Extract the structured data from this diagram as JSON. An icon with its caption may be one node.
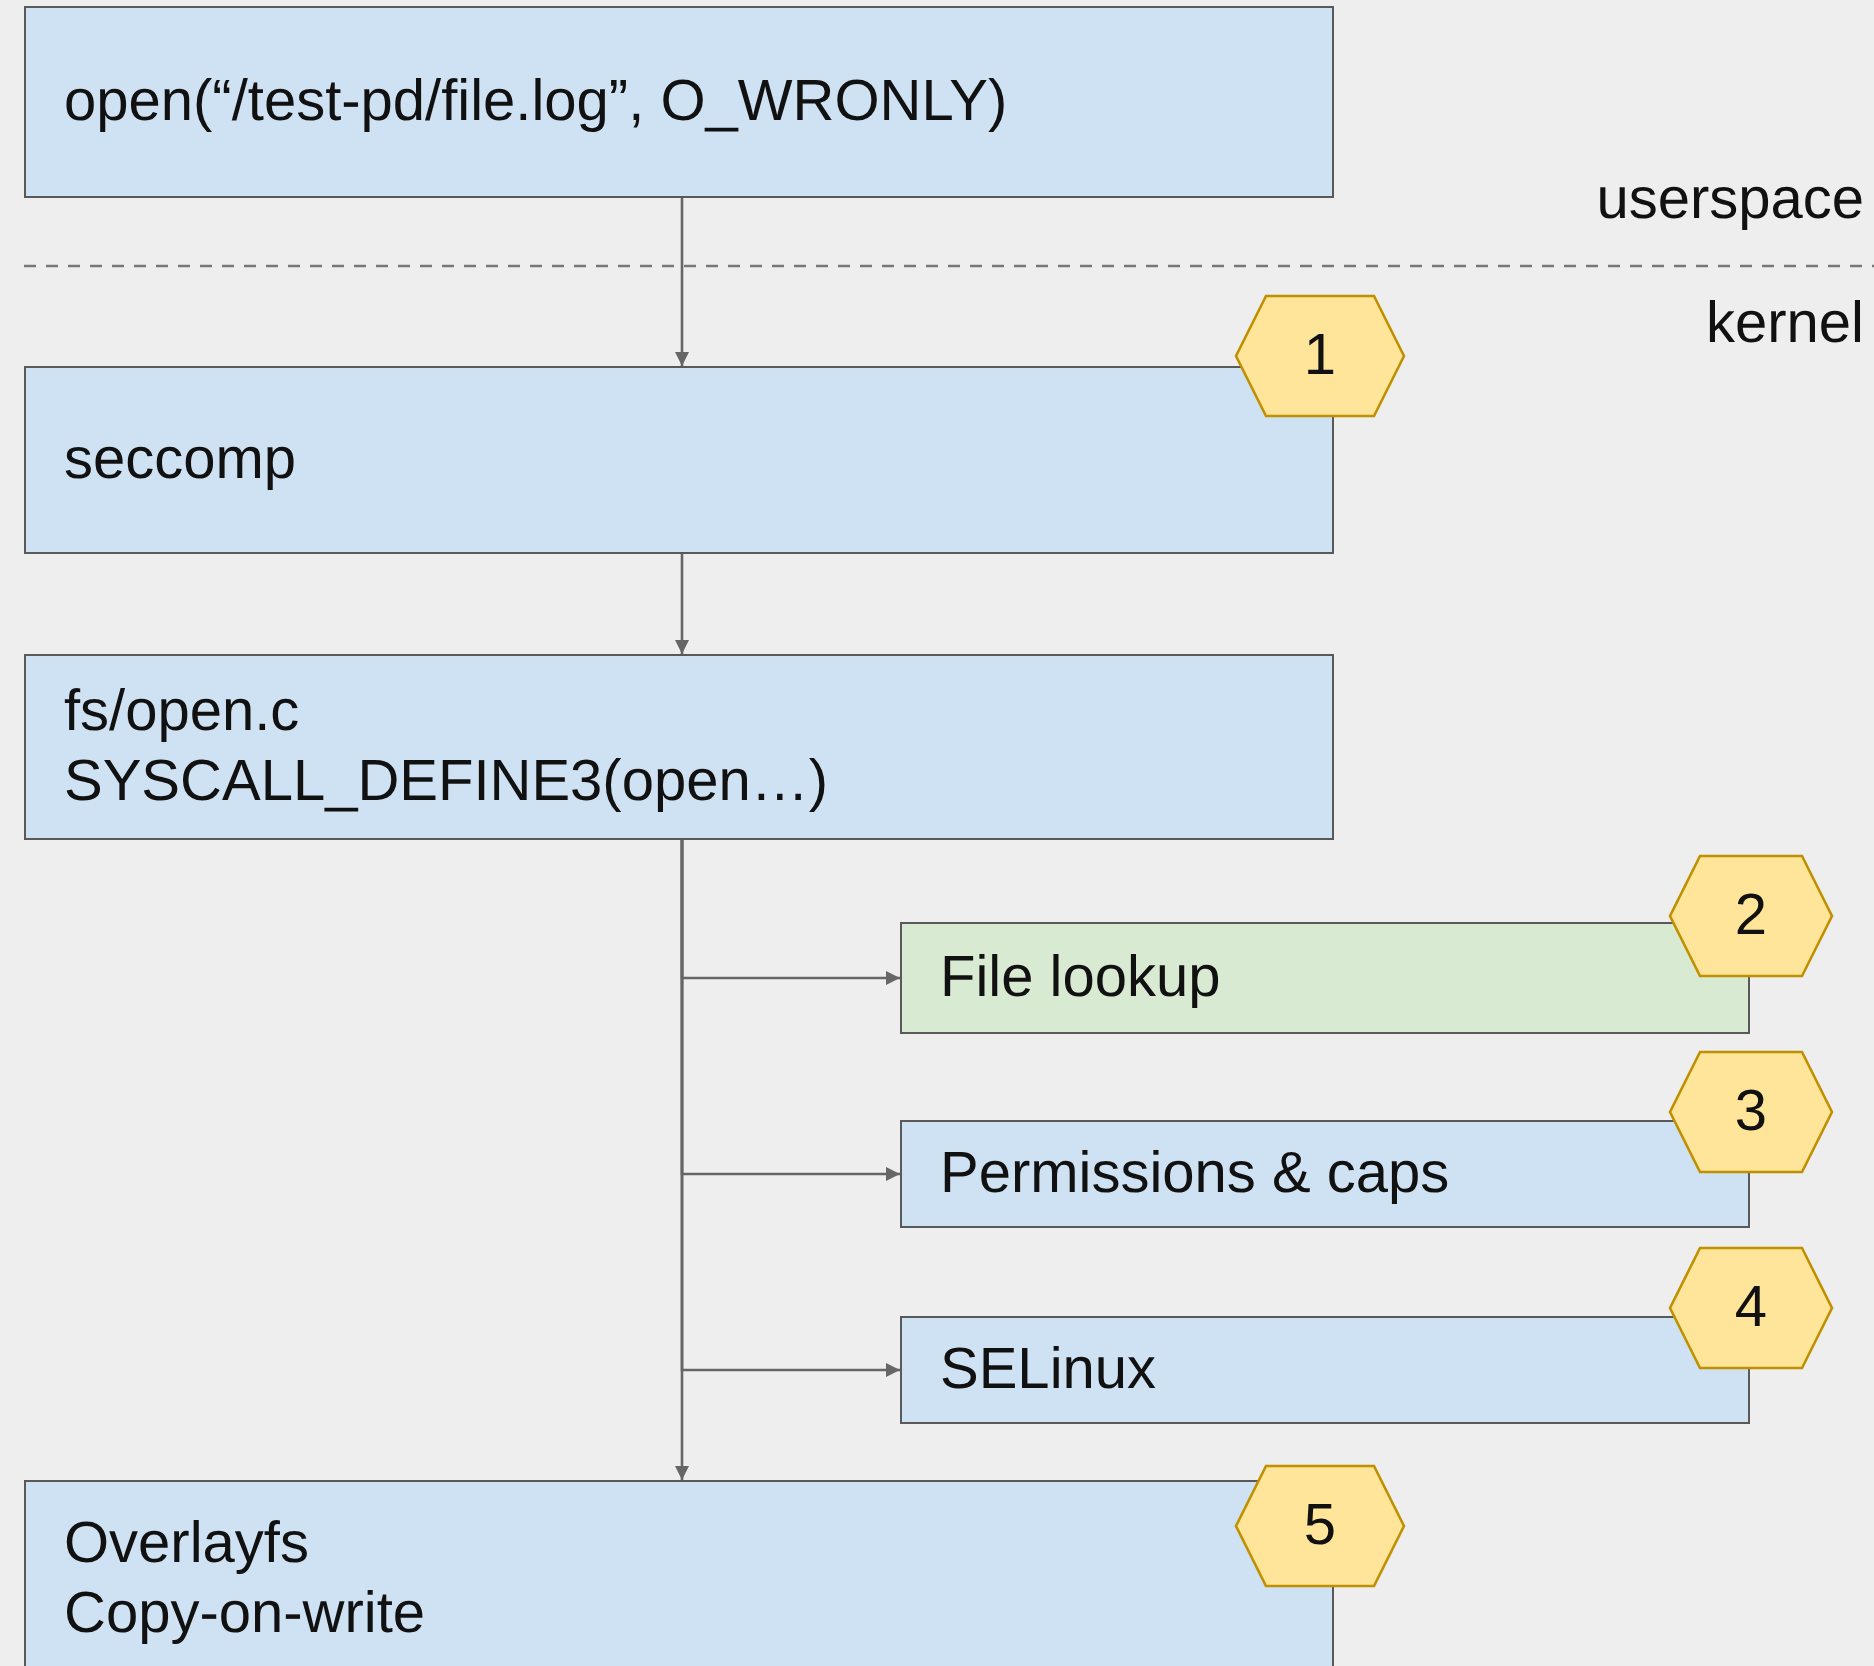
{
  "diagram": {
    "nodes": [
      {
        "text": [
          "open(“/test-pd/file.log”, O_WRONLY)"
        ]
      },
      {
        "text": [
          "seccomp"
        ]
      },
      {
        "text": [
          "1"
        ]
      },
      {
        "text": [
          "fs/open.c",
          "SYSCALL_DEFINE3(open…)"
        ]
      },
      {
        "text": [
          "File lookup"
        ]
      },
      {
        "text": [
          "2"
        ]
      },
      {
        "text": [
          "Permissions & caps"
        ]
      },
      {
        "text": [
          "3"
        ]
      },
      {
        "text": [
          "SELinux"
        ]
      },
      {
        "text": [
          "4"
        ]
      },
      {
        "text": [
          "Overlayfs",
          "Copy-on-write"
        ]
      },
      {
        "text": [
          "5"
        ]
      }
    ],
    "edges": [
      {
        "from": 0,
        "to": 1,
        "arrow": "to"
      },
      {
        "from": 1,
        "to": 3,
        "arrow": "to"
      },
      {
        "from": 3,
        "to": 4,
        "arrow": "to"
      },
      {
        "from": 3,
        "to": 6,
        "arrow": "to"
      },
      {
        "from": 3,
        "to": 8,
        "arrow": "to"
      },
      {
        "from": 3,
        "to": 10,
        "arrow": "to"
      }
    ],
    "labels": [
      "userspace",
      "kernel"
    ]
  }
}
